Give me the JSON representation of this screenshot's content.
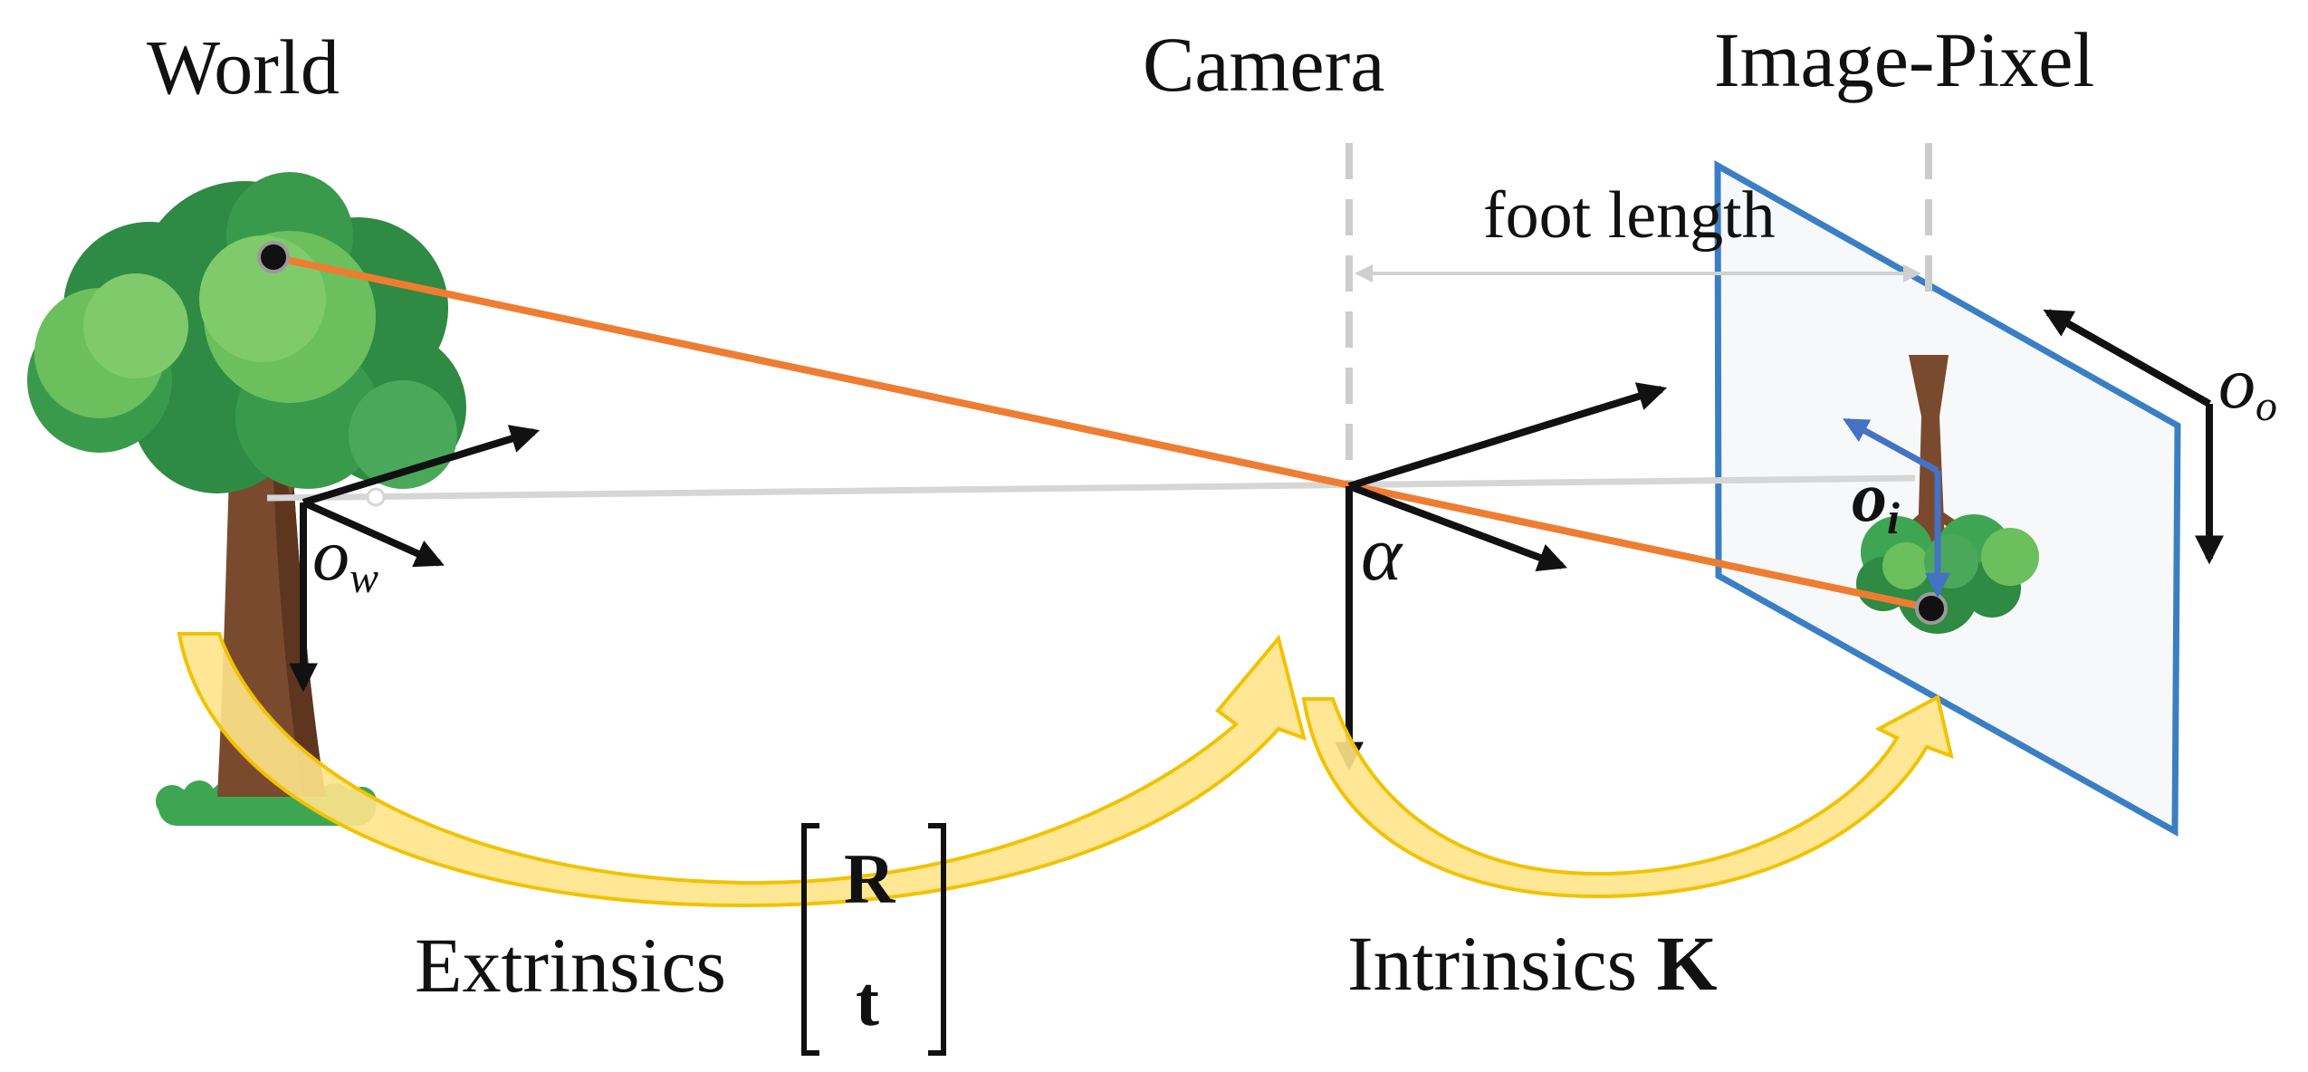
{
  "labels": {
    "world": "World",
    "camera": "Camera",
    "image_pixel": "Image-Pixel",
    "foot_length": "foot length",
    "extrinsics": "Extrinsics",
    "matrix_r": "R",
    "matrix_t": "t",
    "intrinsics": "Intrinsics",
    "intrinsics_k": "K",
    "alpha": "α",
    "ow_base": "o",
    "ow_sub": "w",
    "oi_base": "o",
    "oi_sub": "i",
    "oo_base": "o",
    "oo_sub": "o"
  },
  "colors": {
    "ray": "#ee7d32",
    "image_plane": "#3a7fc4",
    "plane_fill": "#f7f8f9",
    "axis": "#111111",
    "guide": "#d2d2d2",
    "dashed": "#cccccc",
    "transform_arrow": "#ffe48a",
    "transform_arrow_edge": "#f2c200",
    "tree_dark": "#2f8a43",
    "tree_mid": "#3ea653",
    "tree_light": "#6cbf5d",
    "trunk": "#7a4a2e",
    "pixel_axis": "#4472c4"
  }
}
